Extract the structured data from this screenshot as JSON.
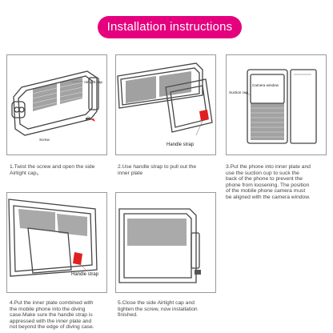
{
  "title": "Installation instructions",
  "colors": {
    "title_bg": "#e5007e",
    "accent": "#e02020",
    "frame": "#9a9a9a"
  },
  "steps": [
    {
      "callouts": {
        "cap": "Airtight cap",
        "screw": "Screw"
      },
      "caption": [
        "1.Twist the screw and open the side",
        "Airtight cap。"
      ]
    },
    {
      "callouts": {
        "strap": "Handle strap"
      },
      "caption": [
        "2.Use handle strap to pull out the",
        "inner plate"
      ]
    },
    {
      "callouts": {
        "window": "Camera window",
        "suction": "Suction cup"
      },
      "caption": [
        "3.Put the phone into inner plate and",
        "use the suction cup  to suck the",
        "back of the phone to prevent the",
        "phone  from loosening. The position",
        "of the mobile phone  camera must",
        "be aligned with the camera window."
      ]
    },
    {
      "callouts": {
        "strap": "Handle strap"
      },
      "caption": [
        "4.Put the inner plate combined with",
        "the mobile phone into  the diving",
        "case.Make sure the handle strap is",
        "appressed  with the inner plate and",
        "not beyond the edge of diving  case."
      ]
    },
    {
      "callouts": {},
      "caption": [
        "5.Close the side Airtight cap and",
        "tighten the screw, now  installation",
        "finished."
      ]
    }
  ]
}
